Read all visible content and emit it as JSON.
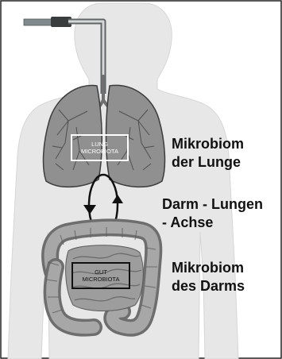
{
  "figure": {
    "lung_box": {
      "line1": "LUNG",
      "line2": "MICROBIOTA"
    },
    "gut_box": {
      "line1": "GUT",
      "line2": "MICROBIOTA"
    },
    "labels": {
      "lung_line1": "Mikrobiom",
      "lung_line2": "der Lunge",
      "axis_line1": "Darm - Lungen",
      "axis_line2": "- Achse",
      "gut_line1": "Mikrobiom",
      "gut_line2": "des Darms"
    }
  }
}
